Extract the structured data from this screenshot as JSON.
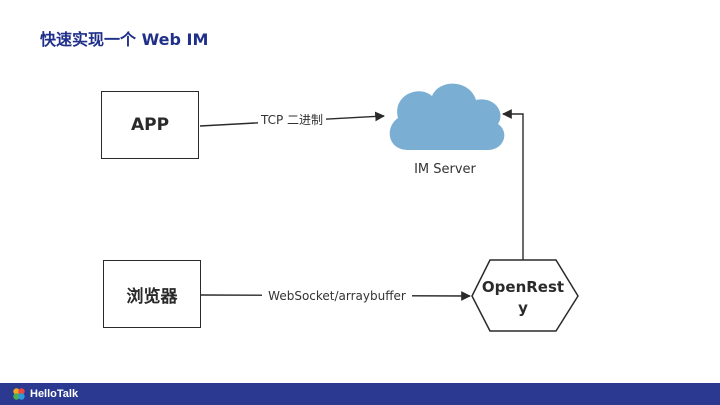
{
  "slide": {
    "title": "快速实现一个 Web IM"
  },
  "nodes": {
    "app": "APP",
    "browser": "浏览器",
    "im_server": "IM Server",
    "openresty_line1": "OpenRest",
    "openresty_line2": "y"
  },
  "edges": {
    "app_to_server": "TCP 二进制",
    "browser_to_openresty": "WebSocket/arraybuffer"
  },
  "colors": {
    "title": "#1f2f8a",
    "cloud": "#7aaed3",
    "footer": "#2b3990"
  },
  "footer": {
    "brand": "HelloTalk",
    "logo_icon": "hellotalk-logo-icon"
  }
}
